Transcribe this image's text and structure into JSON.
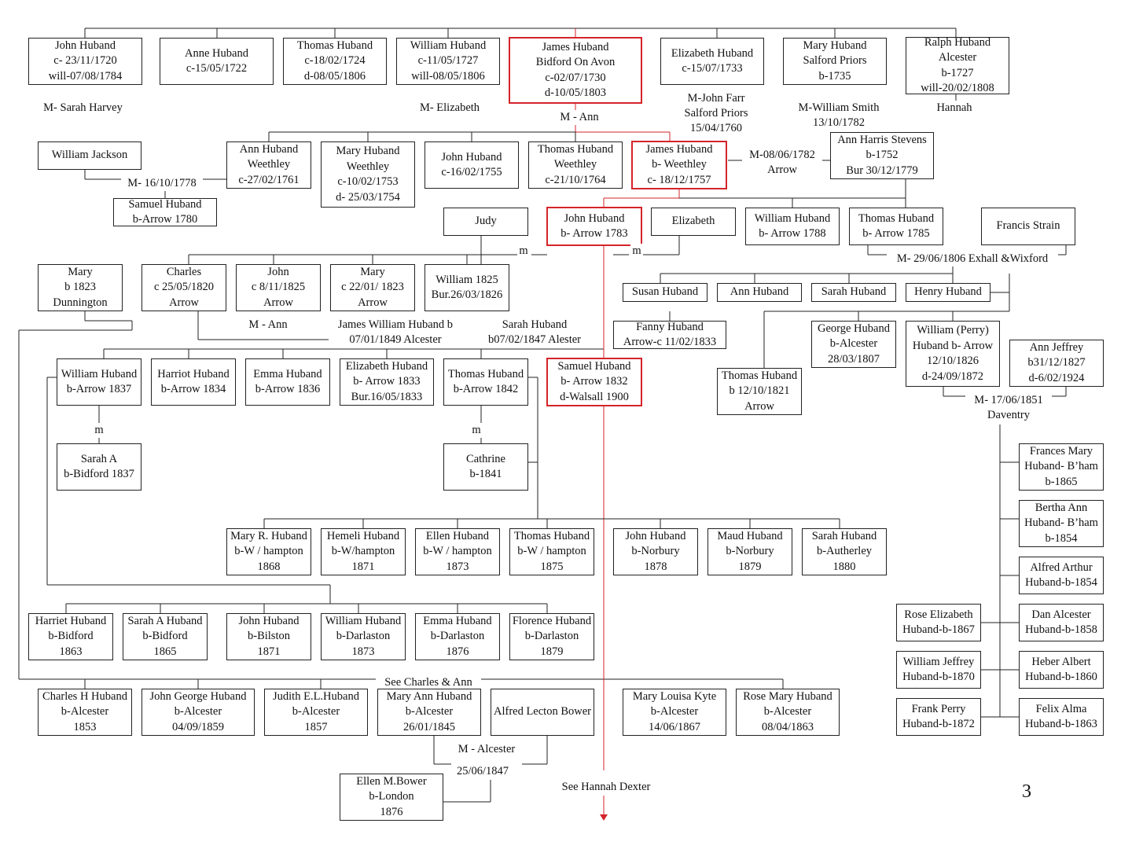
{
  "page_number": "3",
  "people": [
    {
      "id": "john_1720",
      "lines": [
        "John Huband",
        "c- 23/11/1720",
        "will-07/08/1784"
      ]
    },
    {
      "id": "anne_1722",
      "lines": [
        "Anne Huband",
        "c-15/05/1722"
      ]
    },
    {
      "id": "thomas_1724",
      "lines": [
        "Thomas Huband",
        "c-18/02/1724",
        "d-08/05/1806"
      ]
    },
    {
      "id": "william_1727",
      "lines": [
        "William Huband",
        "c-11/05/1727",
        "will-08/05/1806"
      ]
    },
    {
      "id": "james_1730",
      "lines": [
        "James Huband",
        "Bidford On Avon",
        "c-02/07/1730",
        "d-10/05/1803"
      ]
    },
    {
      "id": "elizabeth_1733",
      "lines": [
        "Elizabeth Huband",
        "c-15/07/1733"
      ]
    },
    {
      "id": "mary_1735",
      "lines": [
        "Mary Huband",
        "Salford Priors",
        "b-1735"
      ]
    },
    {
      "id": "ralph_1727",
      "lines": [
        "Ralph Huband",
        "Alcester",
        "b-1727",
        "will-20/02/1808"
      ]
    },
    {
      "id": "william_jackson",
      "lines": [
        "William Jackson"
      ]
    },
    {
      "id": "ann_1761",
      "lines": [
        "Ann Huband",
        "Weethley",
        "c-27/02/1761"
      ]
    },
    {
      "id": "mary_1753",
      "lines": [
        "Mary Huband",
        "Weethley",
        "c-10/02/1753",
        "d- 25/03/1754"
      ]
    },
    {
      "id": "john_1755",
      "lines": [
        "John Huband",
        "c-16/02/1755"
      ]
    },
    {
      "id": "thomas_1764",
      "lines": [
        "Thomas Huband",
        "Weethley",
        "c-21/10/1764"
      ]
    },
    {
      "id": "james_1757",
      "lines": [
        "James Huband",
        "b- Weethley",
        "c- 18/12/1757"
      ]
    },
    {
      "id": "ann_harris",
      "lines": [
        "Ann Harris Stevens",
        "b-1752",
        "Bur 30/12/1779"
      ]
    },
    {
      "id": "samuel_1780",
      "lines": [
        "Samuel Huband",
        "b-Arrow 1780"
      ]
    },
    {
      "id": "judy",
      "lines": [
        "Judy"
      ]
    },
    {
      "id": "john_1783",
      "lines": [
        "John Huband",
        "b- Arrow 1783"
      ]
    },
    {
      "id": "elizabeth_w",
      "lines": [
        "Elizabeth"
      ]
    },
    {
      "id": "william_1788",
      "lines": [
        "William Huband",
        "b- Arrow 1788"
      ]
    },
    {
      "id": "thomas_1785",
      "lines": [
        "Thomas Huband",
        "b- Arrow 1785"
      ]
    },
    {
      "id": "francis_strain",
      "lines": [
        "Francis Strain"
      ]
    },
    {
      "id": "mary_1823",
      "lines": [
        "Mary",
        "b 1823",
        "Dunnington"
      ]
    },
    {
      "id": "charles_1820",
      "lines": [
        "Charles",
        "c 25/05/1820",
        "Arrow"
      ]
    },
    {
      "id": "john_1825",
      "lines": [
        "John",
        "c 8/11/1825",
        "Arrow"
      ]
    },
    {
      "id": "mary_c1823",
      "lines": [
        "Mary",
        "c 22/01/ 1823",
        "Arrow"
      ]
    },
    {
      "id": "william_1825",
      "lines": [
        "William 1825",
        "Bur.26/03/1826"
      ]
    },
    {
      "id": "susan",
      "lines": [
        "Susan Huband"
      ]
    },
    {
      "id": "ann_h",
      "lines": [
        "Ann Huband"
      ]
    },
    {
      "id": "sarah_h",
      "lines": [
        "Sarah Huband"
      ]
    },
    {
      "id": "henry_h",
      "lines": [
        "Henry Huband"
      ]
    },
    {
      "id": "fanny",
      "lines": [
        "Fanny Huband",
        "Arrow-c 11/02/1833"
      ]
    },
    {
      "id": "george_1807",
      "lines": [
        "George Huband",
        "b-Alcester",
        "28/03/1807"
      ]
    },
    {
      "id": "william_perry",
      "lines": [
        "William (Perry)",
        "Huband b- Arrow",
        "12/10/1826",
        "d-24/09/1872"
      ]
    },
    {
      "id": "ann_jeffrey",
      "lines": [
        "Ann Jeffrey",
        "b31/12/1827",
        "d-6/02/1924"
      ]
    },
    {
      "id": "thomas_1821",
      "lines": [
        "Thomas Huband",
        "b 12/10/1821",
        "Arrow"
      ]
    },
    {
      "id": "william_1837",
      "lines": [
        "William Huband",
        "b-Arrow 1837"
      ]
    },
    {
      "id": "harriot_1834",
      "lines": [
        "Harriot Huband",
        "b-Arrow 1834"
      ]
    },
    {
      "id": "emma_1836",
      "lines": [
        "Emma Huband",
        "b-Arrow 1836"
      ]
    },
    {
      "id": "elizabeth_1833",
      "lines": [
        "Elizabeth Huband",
        "b- Arrow 1833",
        "Bur.16/05/1833"
      ]
    },
    {
      "id": "thomas_1842",
      "lines": [
        "Thomas Huband",
        "b-Arrow 1842"
      ]
    },
    {
      "id": "samuel_1832",
      "lines": [
        "Samuel Huband",
        "b- Arrow 1832",
        "d-Walsall 1900"
      ]
    },
    {
      "id": "sarah_a_1837",
      "lines": [
        "Sarah A",
        "b-Bidford 1837"
      ]
    },
    {
      "id": "cathrine_1841",
      "lines": [
        "Cathrine",
        "b-1841"
      ]
    },
    {
      "id": "frances_mary",
      "lines": [
        "Frances Mary",
        "Huband- B’ham",
        "b-1865"
      ]
    },
    {
      "id": "bertha_ann",
      "lines": [
        "Bertha Ann",
        "Huband- B’ham",
        "b-1854"
      ]
    },
    {
      "id": "alfred_arthur",
      "lines": [
        "Alfred Arthur",
        "Huband-b-1854"
      ]
    },
    {
      "id": "rose_elizabeth",
      "lines": [
        "Rose Elizabeth",
        "Huband-b-1867"
      ]
    },
    {
      "id": "dan_alcester",
      "lines": [
        "Dan Alcester",
        "Huband-b-1858"
      ]
    },
    {
      "id": "william_jeffrey",
      "lines": [
        "William Jeffrey",
        "Huband-b-1870"
      ]
    },
    {
      "id": "heber_albert",
      "lines": [
        "Heber Albert",
        "Huband-b-1860"
      ]
    },
    {
      "id": "frank_perry",
      "lines": [
        "Frank Perry",
        "Huband-b-1872"
      ]
    },
    {
      "id": "felix_alma",
      "lines": [
        "Felix Alma",
        "Huband-b-1863"
      ]
    },
    {
      "id": "mary_r_1868",
      "lines": [
        "Mary R. Huband",
        "b-W / hampton",
        "1868"
      ]
    },
    {
      "id": "hemeli_1871",
      "lines": [
        "Hemeli Huband",
        "b-W/hampton",
        "1871"
      ]
    },
    {
      "id": "ellen_1873",
      "lines": [
        "Ellen Huband",
        "b-W / hampton",
        "1873"
      ]
    },
    {
      "id": "thomas_1875",
      "lines": [
        "Thomas Huband",
        "b-W / hampton",
        "1875"
      ]
    },
    {
      "id": "john_1878",
      "lines": [
        "John Huband",
        "b-Norbury",
        "1878"
      ]
    },
    {
      "id": "maud_1879",
      "lines": [
        "Maud Huband",
        "b-Norbury",
        "1879"
      ]
    },
    {
      "id": "sarah_1880",
      "lines": [
        "Sarah Huband",
        "b-Autherley",
        "1880"
      ]
    },
    {
      "id": "harriet_1863",
      "lines": [
        "Harriet Huband",
        "b-Bidford",
        "1863"
      ]
    },
    {
      "id": "sarah_a_1865",
      "lines": [
        "Sarah A Huband",
        "b-Bidford",
        "1865"
      ]
    },
    {
      "id": "john_1871",
      "lines": [
        "John Huband",
        "b-Bilston",
        "1871"
      ]
    },
    {
      "id": "william_1873",
      "lines": [
        "William Huband",
        "b-Darlaston",
        "1873"
      ]
    },
    {
      "id": "emma_1876",
      "lines": [
        "Emma Huband",
        "b-Darlaston",
        "1876"
      ]
    },
    {
      "id": "florence_1879",
      "lines": [
        "Florence Huband",
        "b-Darlaston",
        "1879"
      ]
    },
    {
      "id": "charles_1853",
      "lines": [
        "Charles H Huband",
        "b-Alcester",
        "1853"
      ]
    },
    {
      "id": "john_george_1859",
      "lines": [
        "John George Huband",
        "b-Alcester",
        "04/09/1859"
      ]
    },
    {
      "id": "judith_1857",
      "lines": [
        "Judith E.L.Huband",
        "b-Alcester",
        "1857"
      ]
    },
    {
      "id": "mary_ann_1845",
      "lines": [
        "Mary Ann Huband",
        "b-Alcester",
        "26/01/1845"
      ]
    },
    {
      "id": "alfred_bower",
      "lines": [
        "Alfred Lecton Bower"
      ]
    },
    {
      "id": "mary_louisa",
      "lines": [
        "Mary Louisa Kyte",
        "b-Alcester",
        "14/06/1867"
      ]
    },
    {
      "id": "rose_mary",
      "lines": [
        "Rose Mary Huband",
        "b-Alcester",
        "08/04/1863"
      ]
    },
    {
      "id": "ellen_bower",
      "lines": [
        "Ellen M.Bower",
        "b-London",
        "1876"
      ]
    }
  ],
  "labels": [
    {
      "id": "m_sarah_harvey",
      "lines": [
        "M- Sarah Harvey"
      ]
    },
    {
      "id": "m_elizabeth",
      "lines": [
        "M- Elizabeth"
      ]
    },
    {
      "id": "m_ann_1",
      "lines": [
        "M - Ann"
      ]
    },
    {
      "id": "m_john_farr",
      "lines": [
        "M-John Farr",
        "Salford Priors",
        "15/04/1760"
      ]
    },
    {
      "id": "m_william_smith",
      "lines": [
        "M-William Smith",
        "13/10/1782"
      ]
    },
    {
      "id": "hannah",
      "lines": [
        "Hannah"
      ]
    },
    {
      "id": "m_1778",
      "lines": [
        "M- 16/10/1778"
      ]
    },
    {
      "id": "m_1782_arrow",
      "lines": [
        "M-08/06/1782",
        "Arrow"
      ]
    },
    {
      "id": "m_left",
      "lines": [
        "m"
      ]
    },
    {
      "id": "m_right",
      "lines": [
        "m"
      ]
    },
    {
      "id": "m_1806",
      "lines": [
        "M- 29/06/1806 Exhall &Wixford"
      ]
    },
    {
      "id": "m_ann_2",
      "lines": [
        "M - Ann"
      ]
    },
    {
      "id": "james_william",
      "lines": [
        "James William Huband b",
        "07/01/1849 Alcester"
      ]
    },
    {
      "id": "sarah_1847",
      "lines": [
        "Sarah Huband",
        "b07/02/1847 Alester"
      ]
    },
    {
      "id": "m_1851",
      "lines": [
        "M- 17/06/1851",
        "Daventry"
      ]
    },
    {
      "id": "m_william",
      "lines": [
        "m"
      ]
    },
    {
      "id": "m_thomas",
      "lines": [
        "m"
      ]
    },
    {
      "id": "see_charles_ann",
      "lines": [
        "See Charles & Ann"
      ]
    },
    {
      "id": "m_alcester",
      "lines": [
        "M - Alcester"
      ]
    },
    {
      "id": "m_date_1847",
      "lines": [
        "25/06/1847"
      ]
    },
    {
      "id": "see_hannah_dexter",
      "lines": [
        "See Hannah Dexter"
      ]
    }
  ],
  "colors": {
    "line": "#222222",
    "highlight": "#d4242a"
  }
}
